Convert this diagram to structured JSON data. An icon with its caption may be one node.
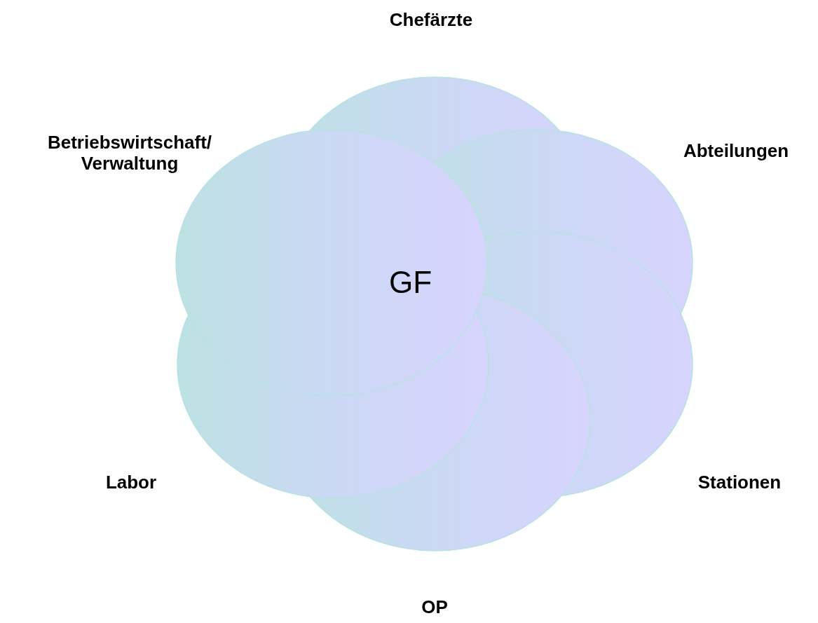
{
  "diagram": {
    "nodes": [
      {
        "text": [
          "Chefärzte"
        ]
      },
      {
        "text": [
          "Betriebswirtschaft/ Verwaltung"
        ]
      },
      {
        "text": [
          "Abteilungen"
        ]
      },
      {
        "text": [
          "Labor"
        ]
      },
      {
        "text": [
          "Stationen"
        ]
      },
      {
        "text": [
          "OP"
        ]
      }
    ],
    "edges": [],
    "labels": [
      "GF"
    ]
  }
}
